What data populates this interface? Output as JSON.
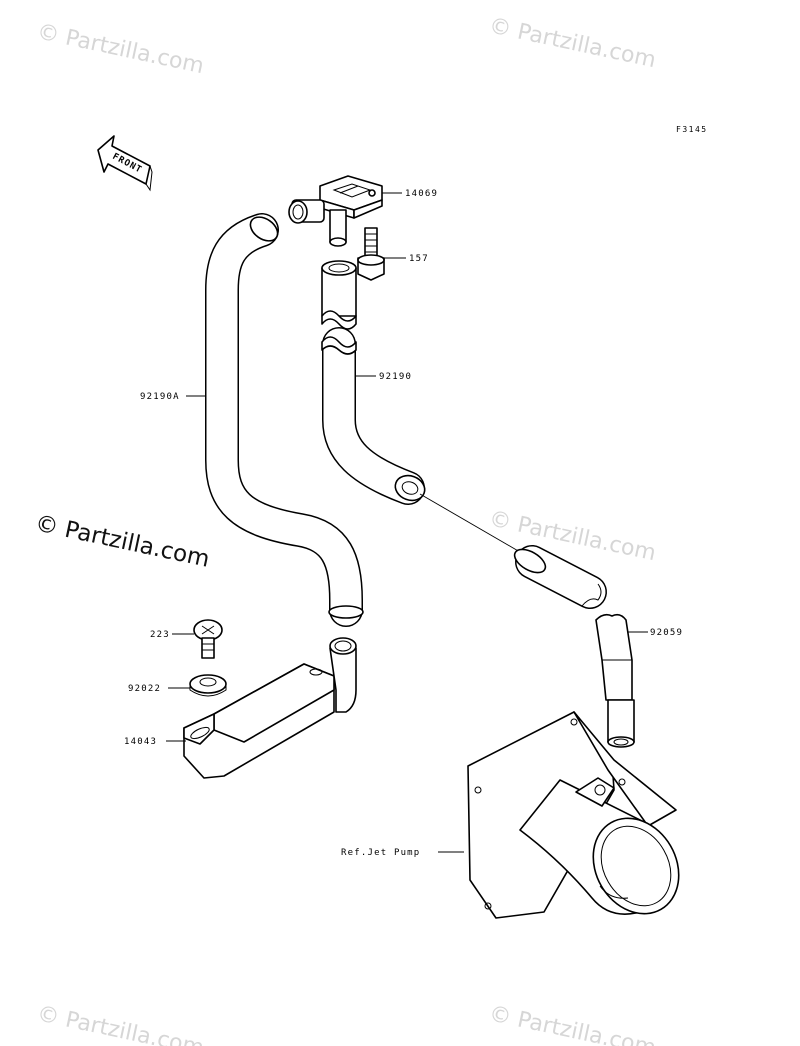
{
  "figure_code": "F3145",
  "front_indicator": "FRONT",
  "watermark": "© Partzilla.com",
  "parts": [
    {
      "id": "p14069",
      "label": "14069"
    },
    {
      "id": "p157",
      "label": "157"
    },
    {
      "id": "p92190",
      "label": "92190"
    },
    {
      "id": "p92190A",
      "label": "92190A"
    },
    {
      "id": "p92059",
      "label": "92059"
    },
    {
      "id": "p223",
      "label": "223"
    },
    {
      "id": "p92022",
      "label": "92022"
    },
    {
      "id": "p14043",
      "label": "14043"
    },
    {
      "id": "pjet",
      "label": "Ref.Jet Pump"
    }
  ]
}
